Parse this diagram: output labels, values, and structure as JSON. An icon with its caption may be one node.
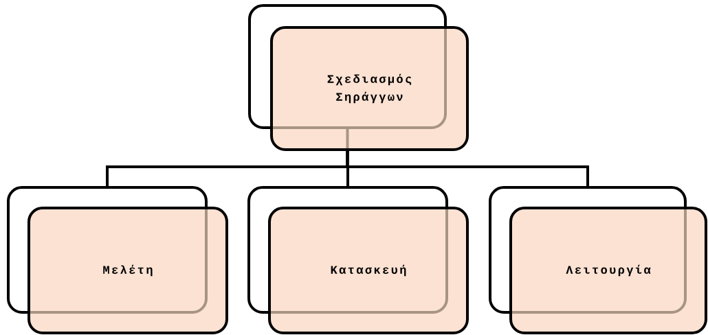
{
  "diagram": {
    "nodes": [
      {
        "text": [
          "Σχεδιασμός Σηράγγων"
        ]
      },
      {
        "text": [
          "Μελέτη"
        ]
      },
      {
        "text": [
          "Κατασκευή"
        ]
      },
      {
        "text": [
          "Λειτουργία"
        ]
      }
    ],
    "edges": [
      {
        "from": 0,
        "to": 1,
        "arrow": "none"
      },
      {
        "from": 0,
        "to": 2,
        "arrow": "none"
      },
      {
        "from": 0,
        "to": 3,
        "arrow": "none"
      }
    ]
  }
}
